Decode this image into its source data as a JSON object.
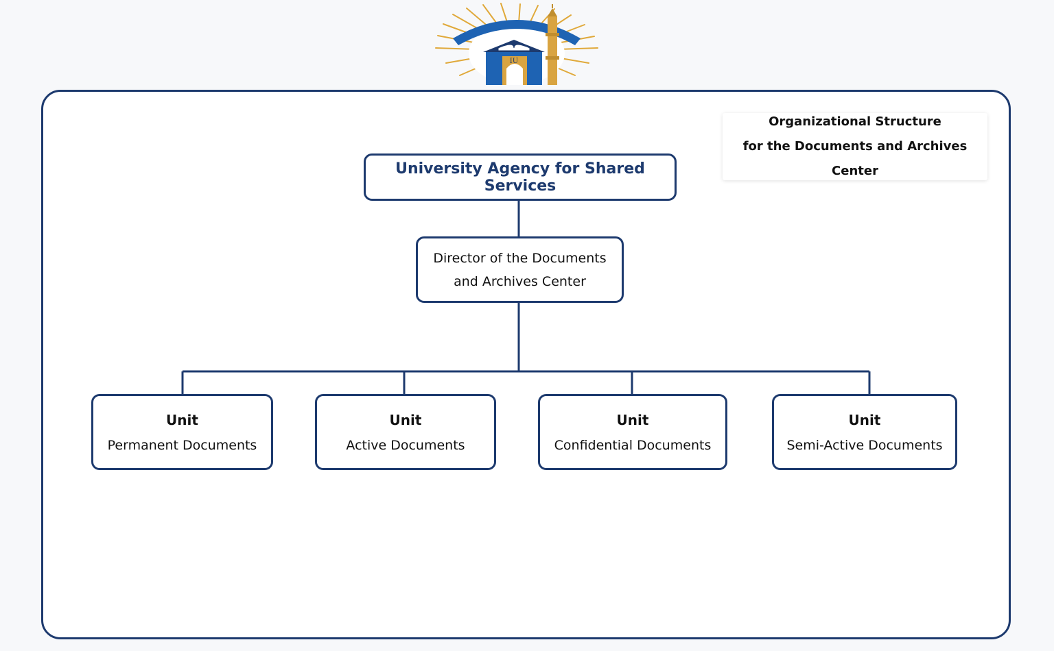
{
  "logo": {
    "name": "university-logo",
    "text": "IU",
    "colors": {
      "blue": "#1e63b3",
      "gold": "#d9a441",
      "navy": "#1d3a6e"
    }
  },
  "title_card": {
    "line1": "Organizational Structure",
    "line2": "for the Documents and Archives Center"
  },
  "nodes": {
    "top": "University Agency for Shared Services",
    "director_line1": "Director of the Documents",
    "director_line2": "and Archives Center"
  },
  "units": [
    {
      "kind": "Unit",
      "name": "Permanent Documents"
    },
    {
      "kind": "Unit",
      "name": "Active Documents"
    },
    {
      "kind": "Unit",
      "name": "Confidential Documents"
    },
    {
      "kind": "Unit",
      "name": "Semi-Active Documents"
    }
  ],
  "colors": {
    "line": "#1d3a6e",
    "background": "#f7f8fa"
  }
}
